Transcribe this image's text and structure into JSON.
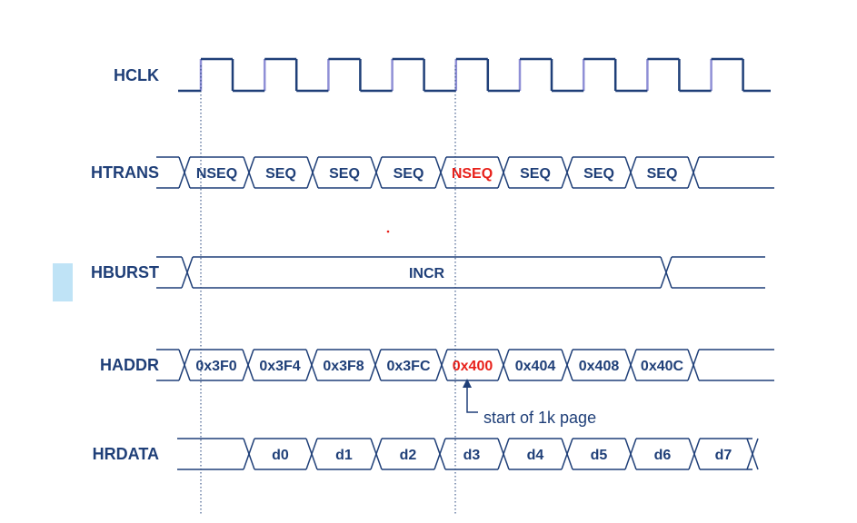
{
  "colors": {
    "wave": "#1f3f78",
    "clock_edge": "#8f8fd6",
    "text": "#1f3f78",
    "highlight": "#e8201a",
    "marker": "#bfe3f6",
    "cursor": "#1f3f78"
  },
  "signals": [
    {
      "name": "HCLK",
      "kind": "clock",
      "cycles": 9
    },
    {
      "name": "HTRANS",
      "kind": "bus",
      "segments": [
        {
          "label": ""
        },
        {
          "label": "NSEQ"
        },
        {
          "label": "SEQ"
        },
        {
          "label": "SEQ"
        },
        {
          "label": "SEQ"
        },
        {
          "label": "NSEQ",
          "highlight": true
        },
        {
          "label": "SEQ"
        },
        {
          "label": "SEQ"
        },
        {
          "label": "SEQ"
        },
        {
          "label": ""
        }
      ]
    },
    {
      "name": "HBURST",
      "kind": "bus",
      "segments": [
        {
          "label": ""
        },
        {
          "label": "INCR"
        },
        {
          "label": ""
        }
      ]
    },
    {
      "name": "HADDR",
      "kind": "bus",
      "segments": [
        {
          "label": ""
        },
        {
          "label": "0x3F0"
        },
        {
          "label": "0x3F4"
        },
        {
          "label": "0x3F8"
        },
        {
          "label": "0x3FC"
        },
        {
          "label": "0x400",
          "highlight": true
        },
        {
          "label": "0x404"
        },
        {
          "label": "0x408"
        },
        {
          "label": "0x40C"
        },
        {
          "label": ""
        }
      ]
    },
    {
      "name": "HRDATA",
      "kind": "bus",
      "segments": [
        {
          "label": ""
        },
        {
          "label": "d0"
        },
        {
          "label": "d1"
        },
        {
          "label": "d2"
        },
        {
          "label": "d3"
        },
        {
          "label": "d4"
        },
        {
          "label": "d5"
        },
        {
          "label": "d6"
        },
        {
          "label": "d7"
        }
      ]
    }
  ],
  "annotation": {
    "text": "start of 1k page"
  }
}
